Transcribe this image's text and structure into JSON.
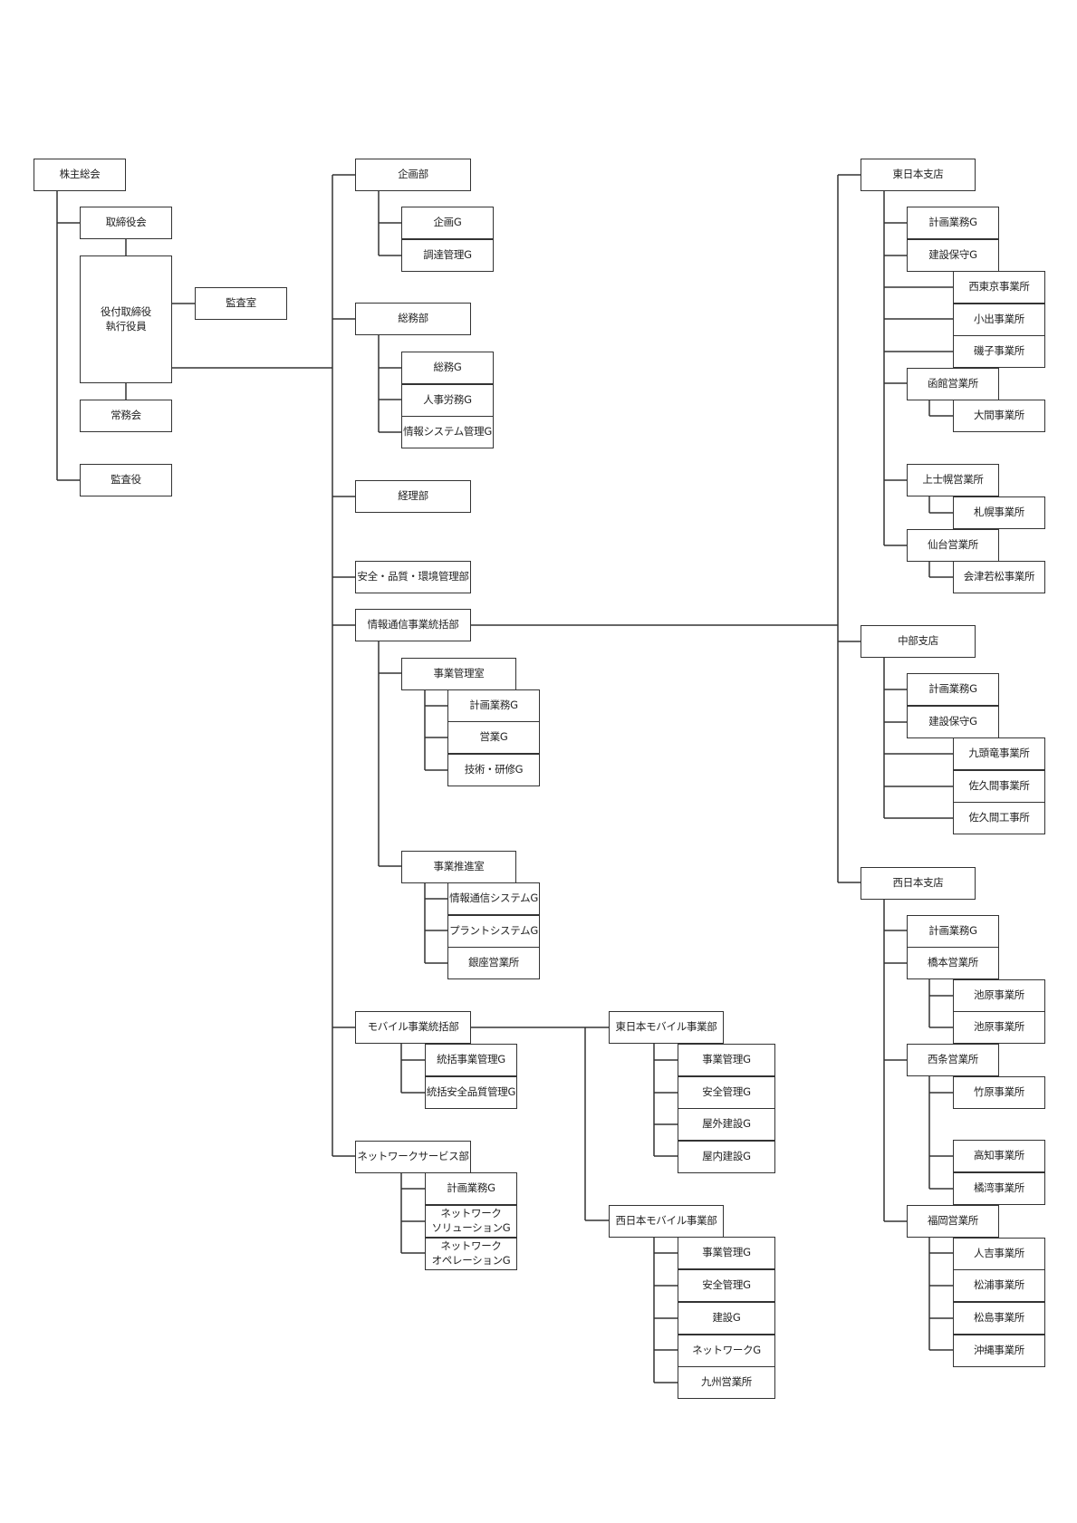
{
  "head": {
    "shareholders": "株主総会",
    "board": "取締役会",
    "executives": "役付取締役\n執行役員",
    "audit_office": "監査室",
    "managing_committee": "常務会",
    "auditor": "監査役"
  },
  "departments": [
    {
      "name": "企画部",
      "groups": [
        "企画G",
        "調達管理G"
      ]
    },
    {
      "name": "総務部",
      "groups": [
        "総務G",
        "人事労務G",
        "情報システム管理G"
      ]
    },
    {
      "name": "経理部"
    },
    {
      "name": "安全・品質・環境管理部"
    },
    {
      "name": "情報通信事業統括部",
      "offices": [
        {
          "name": "事業管理室",
          "groups": [
            "計画業務G",
            "営業G",
            "技術・研修G"
          ]
        },
        {
          "name": "事業推進室",
          "groups": [
            "情報通信システムG",
            "プラントシステムG",
            "銀座営業所"
          ]
        }
      ]
    },
    {
      "name": "モバイル事業統括部",
      "groups": [
        "統括事業管理G",
        "統括安全品質管理G"
      ],
      "divisions": [
        {
          "name": "東日本モバイル事業部",
          "groups": [
            "事業管理G",
            "安全管理G",
            "屋外建設G",
            "屋内建設G"
          ]
        },
        {
          "name": "西日本モバイル事業部",
          "groups": [
            "事業管理G",
            "安全管理G",
            "建設G",
            "ネットワークG",
            "九州営業所"
          ]
        }
      ]
    },
    {
      "name": "ネットワークサービス部",
      "groups": [
        "計画業務G",
        "ネットワーク\nソリューションG",
        "ネットワーク\nオペレーションG"
      ]
    }
  ],
  "branches": [
    {
      "name": "東日本支店",
      "groups": [
        "計画業務G",
        "建設保守G"
      ],
      "offices": [
        "西東京事業所",
        "小出事業所",
        "磯子事業所"
      ],
      "sales": [
        {
          "name": "函館営業所",
          "offices": [
            "大間事業所"
          ]
        },
        {
          "name": "上士幌営業所",
          "offices": [
            "札幌事業所"
          ]
        },
        {
          "name": "仙台営業所",
          "offices": [
            "会津若松事業所"
          ]
        }
      ]
    },
    {
      "name": "中部支店",
      "groups": [
        "計画業務G",
        "建設保守G"
      ],
      "offices": [
        "九頭竜事業所",
        "佐久間事業所",
        "佐久間工事所"
      ]
    },
    {
      "name": "西日本支店",
      "groups": [
        "計画業務G"
      ],
      "sales": [
        {
          "name": "橋本営業所",
          "offices": [
            "池原事業所",
            "池原事業所"
          ]
        },
        {
          "name": "西条営業所",
          "offices": [
            "竹原事業所",
            "高知事業所",
            "橘湾事業所"
          ]
        },
        {
          "name": "福岡営業所",
          "offices": [
            "人吉事業所",
            "松浦事業所",
            "松島事業所",
            "沖縄事業所"
          ]
        }
      ]
    }
  ]
}
